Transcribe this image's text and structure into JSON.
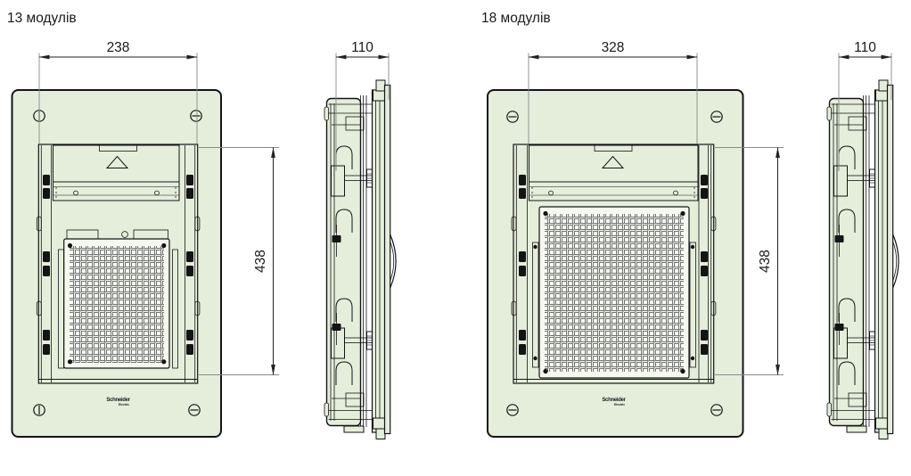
{
  "drawing": {
    "colors": {
      "panel_fill": "#e5eedb",
      "plate_fill": "#f4f8ee",
      "line": "#141414",
      "dim_line": "#222222",
      "ext_line": "#8a8a8a"
    },
    "figures": [
      {
        "title": "13 модулів",
        "front": {
          "width_label": "238",
          "height_label": "438"
        },
        "side": {
          "depth_label": "110"
        },
        "brand": {
          "line1": "Schneider",
          "line2": "Electric"
        }
      },
      {
        "title": "18 модулів",
        "front": {
          "width_label": "328",
          "height_label": "438"
        },
        "side": {
          "depth_label": "110"
        },
        "brand": {
          "line1": "Schneider",
          "line2": "Electric"
        }
      }
    ]
  }
}
